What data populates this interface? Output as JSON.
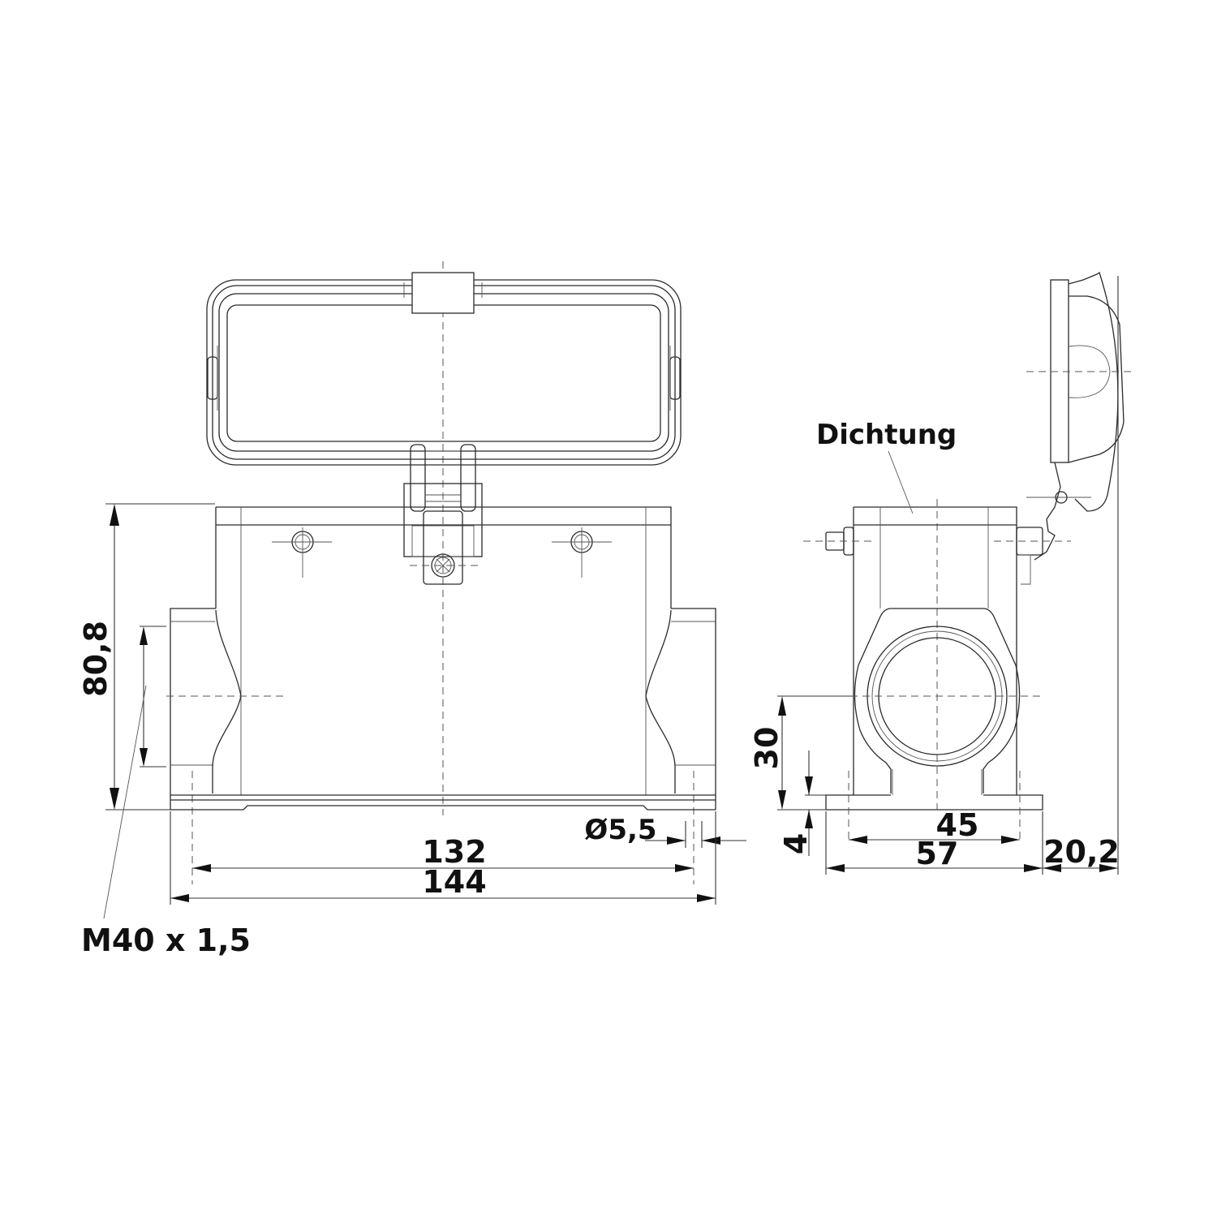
{
  "drawing": {
    "title": "Connector housing technical drawing (front and side view)",
    "views": [
      "front-view",
      "side-view"
    ],
    "line_color": "#2a2a2a",
    "background": "#ffffff"
  },
  "labels": {
    "gasket": "Dichtung",
    "thread": "M40 x 1,5"
  },
  "dimensions": {
    "front": {
      "height": "80,8",
      "hole_diameter": "Ø5,5",
      "hole_spacing": "132",
      "overall_width": "144"
    },
    "side": {
      "thread_center_height": "30",
      "base_thickness": "4",
      "hole_spacing": "45",
      "base_width": "57",
      "lid_offset": "20,2"
    }
  }
}
